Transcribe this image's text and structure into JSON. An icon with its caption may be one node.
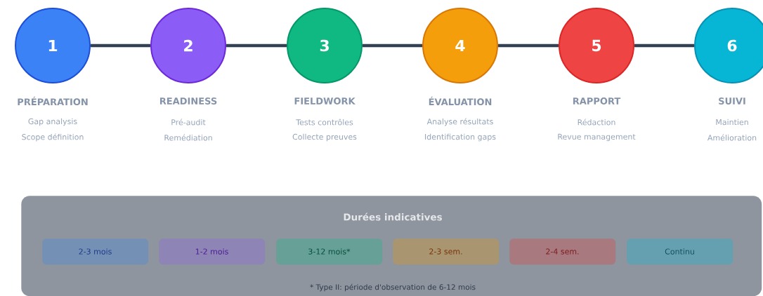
{
  "diagram": {
    "nodes": [
      {
        "text": [
          "1"
        ],
        "beside": [
          "PRÉPARATION",
          "Gap analysis",
          "Scope définition"
        ]
      },
      {
        "text": [
          "2"
        ],
        "beside": [
          "READINESS",
          "Pré-audit",
          "Remédiation"
        ]
      },
      {
        "text": [
          "3"
        ],
        "beside": [
          "FIELDWORK",
          "Tests contrôles",
          "Collecte preuves"
        ]
      },
      {
        "text": [
          "4"
        ],
        "beside": [
          "ÉVALUATION",
          "Analyse résultats",
          "Identification gaps"
        ]
      },
      {
        "text": [
          "5"
        ],
        "beside": [
          "RAPPORT",
          "Rédaction",
          "Revue management"
        ]
      },
      {
        "text": [
          "6"
        ],
        "beside": [
          "SUIVI",
          "Maintien",
          "Amélioration"
        ]
      },
      {
        "text": [
          "Durées indicatives",
          "* Type II: période d'observation de 6-12 mois"
        ]
      },
      {
        "text": [
          "2-3 mois"
        ],
        "in": 6
      },
      {
        "text": [
          "1-2 mois"
        ],
        "in": 6
      },
      {
        "text": [
          "3-12 mois*"
        ],
        "in": 6
      },
      {
        "text": [
          "2-3 sem."
        ],
        "in": 6
      },
      {
        "text": [
          "2-4 sem."
        ],
        "in": 6
      },
      {
        "text": [
          "Continu"
        ],
        "in": 6
      }
    ],
    "edges": [
      {
        "from": 0,
        "to": 1,
        "arrow": "none"
      },
      {
        "from": 1,
        "to": 2,
        "arrow": "none"
      },
      {
        "from": 2,
        "to": 3,
        "arrow": "none"
      },
      {
        "from": 3,
        "to": 4,
        "arrow": "none"
      },
      {
        "from": 4,
        "to": 5,
        "arrow": "none"
      }
    ]
  }
}
